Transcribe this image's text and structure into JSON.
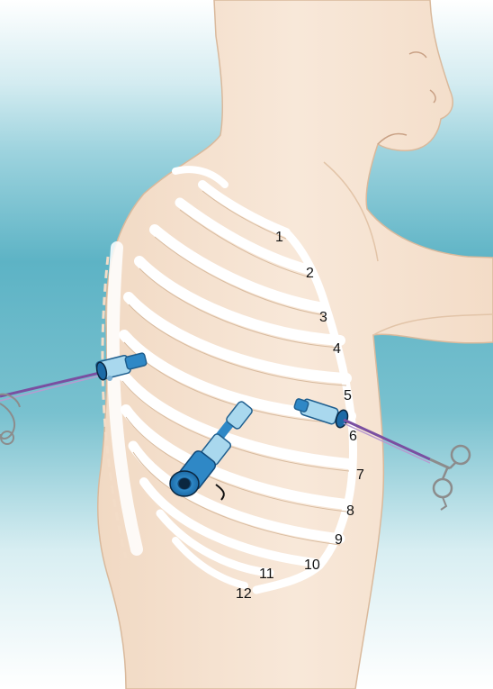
{
  "colors": {
    "background_top": "#ffffff",
    "background_band": "#6cbccb",
    "skin": "#f7e6d6",
    "skin_shadow": "#ebd0b8",
    "rib": "#ffffff",
    "trocar_blue": "#2f88c6",
    "trocar_light": "#a9d8ee",
    "instrument_line": "#7a4fa1",
    "instrument_steel": "#8c8c8c"
  },
  "icons": [
    "human-torso-illustration",
    "rib-cage-illustration",
    "trocar-port-icon",
    "grasping-forceps-icon",
    "thoracoscope-icon"
  ],
  "rib_labels": [
    "1",
    "2",
    "3",
    "4",
    "5",
    "6",
    "7",
    "8",
    "9",
    "10",
    "11",
    "12"
  ]
}
